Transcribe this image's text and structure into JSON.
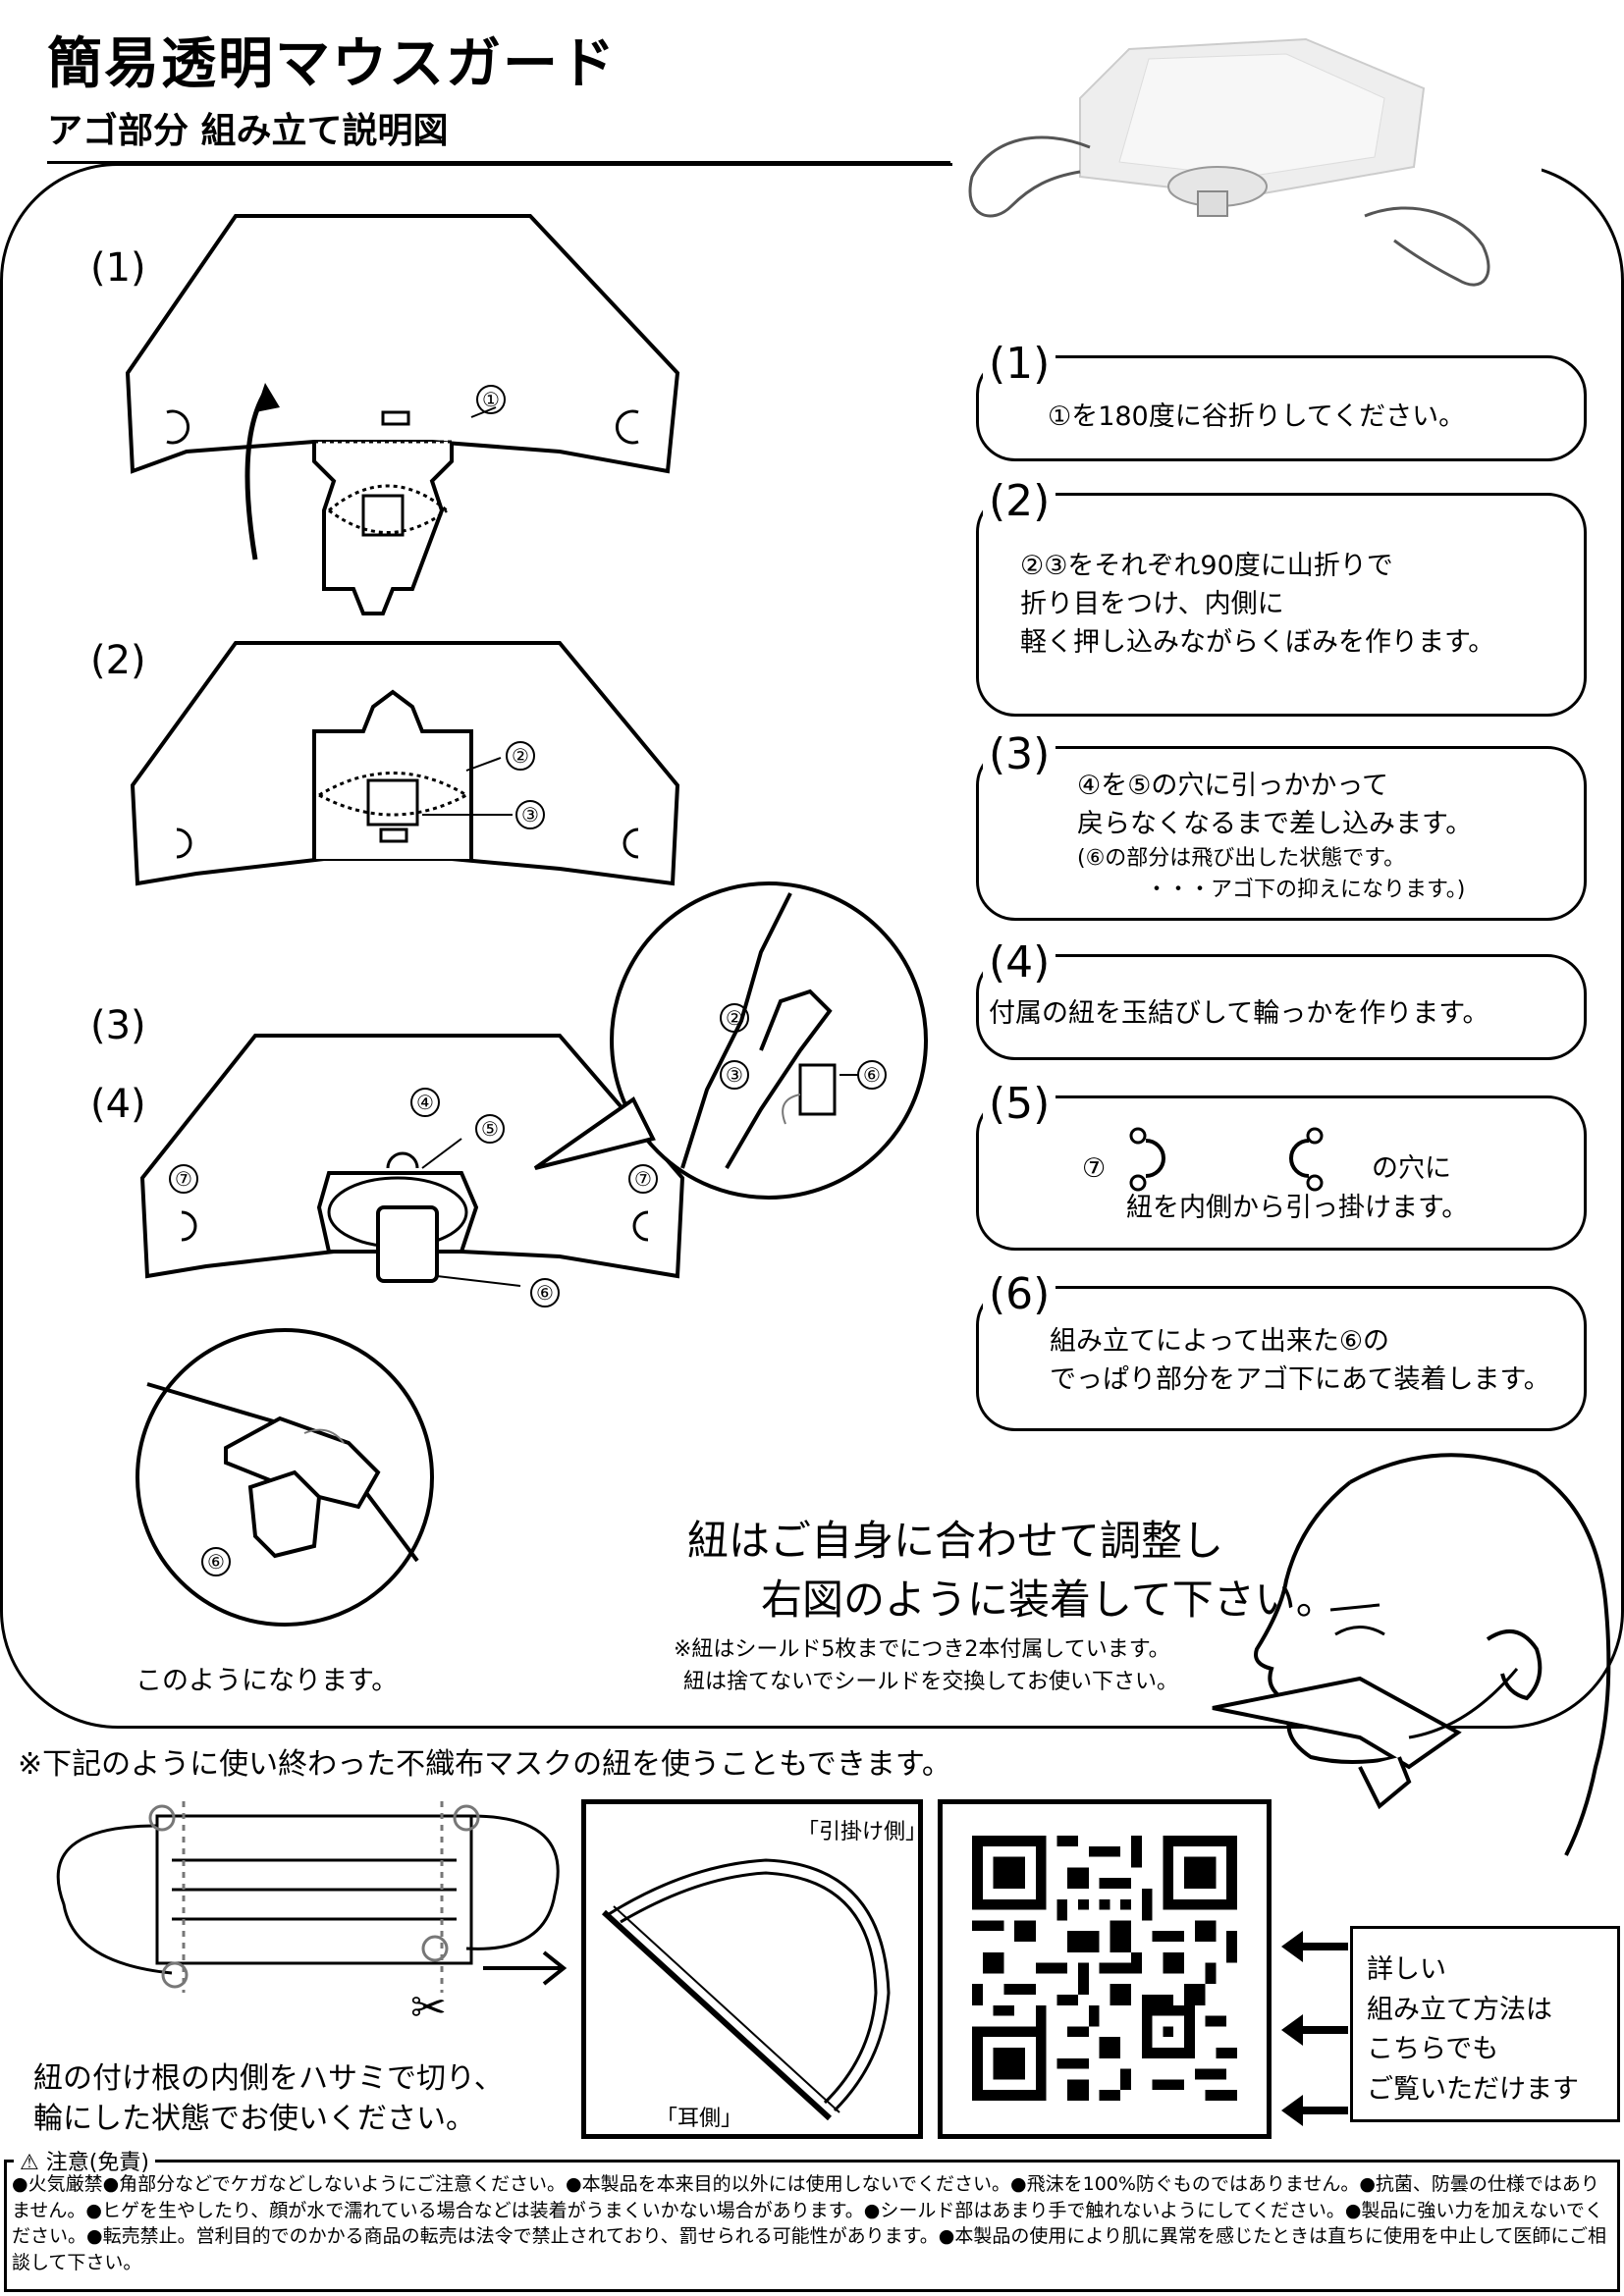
{
  "header": {
    "title": "簡易透明マウスガード",
    "subtitle": "アゴ部分 組み立て説明図"
  },
  "figure_labels": {
    "step1": "(1)",
    "step2": "(2)",
    "step3": "(3)",
    "step4": "(4)",
    "n1": "①",
    "n2": "②",
    "n3": "③",
    "n4": "④",
    "n5": "⑤",
    "n6": "⑥",
    "n7": "⑦"
  },
  "instructions": [
    {
      "num": "(1)",
      "lines": [
        "①を180度に谷折りしてください。"
      ]
    },
    {
      "num": "(2)",
      "lines": [
        "②③をそれぞれ90度に山折りで",
        "折り目をつけ、内側に",
        "軽く押し込みながらくぼみを作ります。"
      ]
    },
    {
      "num": "(3)",
      "lines": [
        "④を⑤の穴に引っかかって",
        "戻らなくなるまで差し込みます。"
      ],
      "small": [
        "(⑥の部分は飛び出した状態です。",
        "・・・アゴ下の抑えになります。)"
      ]
    },
    {
      "num": "(4)",
      "lines": [
        "付属の紐を玉結びして輪っかを作ります。"
      ]
    },
    {
      "num": "(5)",
      "lines": [
        "⑦",
        "の穴に",
        "紐を内側から引っ掛けます。"
      ]
    },
    {
      "num": "(6)",
      "lines": [
        "組み立てによって出来た⑥の",
        "でっぱり部分をアゴ下にあて装着します。"
      ]
    }
  ],
  "closeup_caption": "このようになります。",
  "adjust_message": [
    "紐はご自身に合わせて調整し",
    "右図のように装着して下さい。"
  ],
  "string_notes": [
    "※紐はシールド5枚までにつき2本付属しています。",
    "紐は捨てないでシールドを交換してお使い下さい。"
  ],
  "mask_note": "※下記のように使い終わった不織布マスクの紐を使うこともできます。",
  "mask_instruction": [
    "紐の付け根の内側をハサミで切り、",
    "輪にした状態でお使いください。"
  ],
  "loop_labels": {
    "hook_side": "「引掛け側」",
    "ear_side": "「耳側」"
  },
  "info_box": [
    "詳しい",
    "組み立て方法は",
    "こちらでも",
    "ご覧いただけます"
  ],
  "disclaimer": {
    "heading": "注意(免責)",
    "text": "●火気厳禁●角部分などでケガなどしないようにご注意ください。●本製品を本来目的以外には使用しないでください。●飛沫を100%防ぐものではありません。●抗菌、防曇の仕様ではありません。●ヒゲを生やしたり、顔が水で濡れている場合などは装着がうまくいかない場合があります。●シールド部はあまり手で触れないようにしてください。●製品に強い力を加えないでください。●転売禁止。営利目的でのかかる商品の転売は法令で禁止されており、罰せられる可能性があります。●本製品の使用により肌に異常を感じたときは直ちに使用を中止して医師にご相談して下さい。"
  }
}
